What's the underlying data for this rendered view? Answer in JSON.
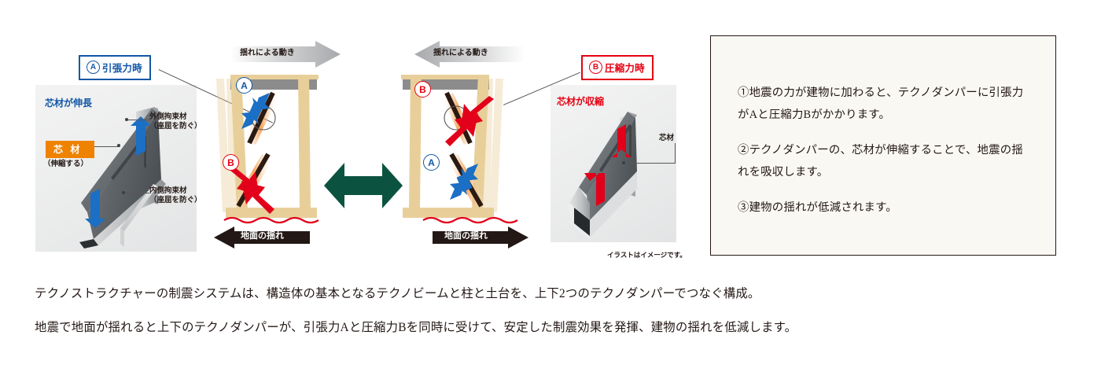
{
  "diagram": {
    "left_panel": {
      "callout_label": {
        "circle": "A",
        "text": "引張力時"
      },
      "state_text": "芯材が伸長",
      "core_chip": "芯 材",
      "core_sub": "（伸縮する）",
      "annotations": [
        {
          "line1": "外側拘束材",
          "line2": "（座屈を防ぐ）"
        },
        {
          "line1": "内側拘束材",
          "line2": "（座屈を防ぐ）"
        }
      ]
    },
    "frame_a": {
      "top_arrow_label": "揺れによる動き",
      "top_marker": "A",
      "bottom_marker": "B",
      "ground_arrow_label": "地面の揺れ"
    },
    "frame_b": {
      "top_arrow_label": "揺れによる動き",
      "top_marker": "B",
      "bottom_marker": "A",
      "ground_arrow_label": "地面の揺れ"
    },
    "right_panel": {
      "callout_label": {
        "circle": "B",
        "text": "圧縮力時"
      },
      "state_text": "芯材が収縮",
      "core_annotation": "芯材",
      "caption": "イラストはイメージです。"
    }
  },
  "textbox": {
    "items": [
      "①地震の力が建物に加わると、テクノダンパーに引張力がAと圧縮力Bがかかります。",
      "②テクノダンパーの、芯材が伸縮することで、地震の揺れを吸収します。",
      "③建物の揺れが低減されます。"
    ]
  },
  "bottom_text": {
    "line1": "テクノストラクチャーの制震システムは、構造体の基本となるテクノビームと柱と土台を、上下2つのテクノダンパーでつなぐ構成。",
    "line2": "地震で地面が揺れると上下のテクノダンパーが、引張力Aと圧縮力Bを同時に受けて、安定した制震効果を発揮、建物の揺れを低減します。"
  },
  "colors": {
    "blue": "#1257a6",
    "red": "#e60012",
    "orange": "#ef8200",
    "green_arrow": "#0b5340",
    "wood": "#e8cf9a",
    "beam_gray": "#8c8c8c",
    "ground_wave": "#e2001a",
    "textbox_bg": "#faf8f3"
  }
}
